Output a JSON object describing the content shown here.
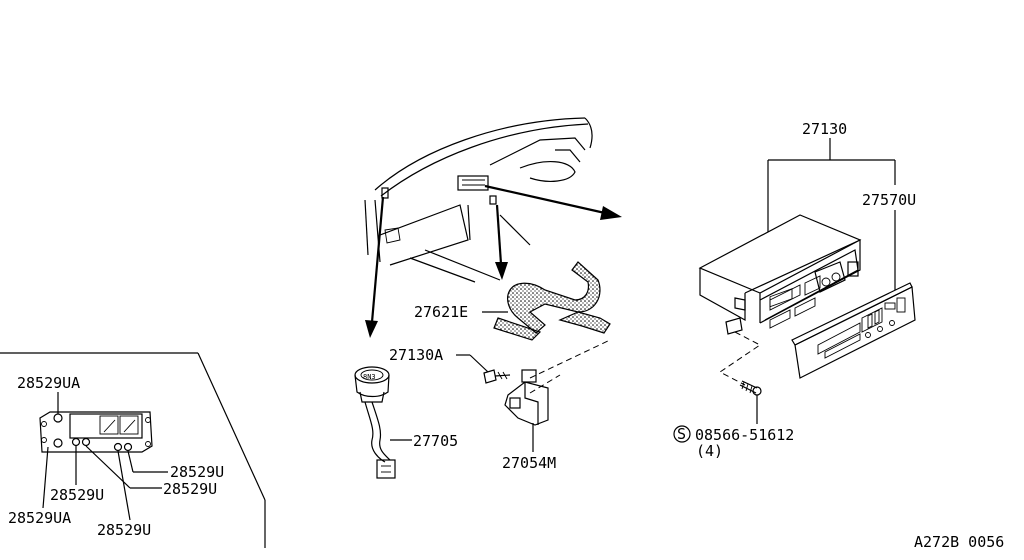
{
  "parts": {
    "p27130": "27130",
    "p27570U": "27570U",
    "p27621E": "27621E",
    "p27130A": "27130A",
    "p27705": "27705",
    "p27054M": "27054M",
    "screw_code": "08566-51612",
    "screw_symbol": "S",
    "screw_qty": "(4)",
    "p28529UA_top": "28529UA",
    "p28529UA_bottom": "28529UA",
    "p28529U_right": "28529U",
    "p28529U_mid_right": "28529U",
    "p28529U_mid_left": "28529U",
    "p28529U_bottom": "28529U"
  },
  "diagram_code": "A272B 0056",
  "component_label": "8N3"
}
